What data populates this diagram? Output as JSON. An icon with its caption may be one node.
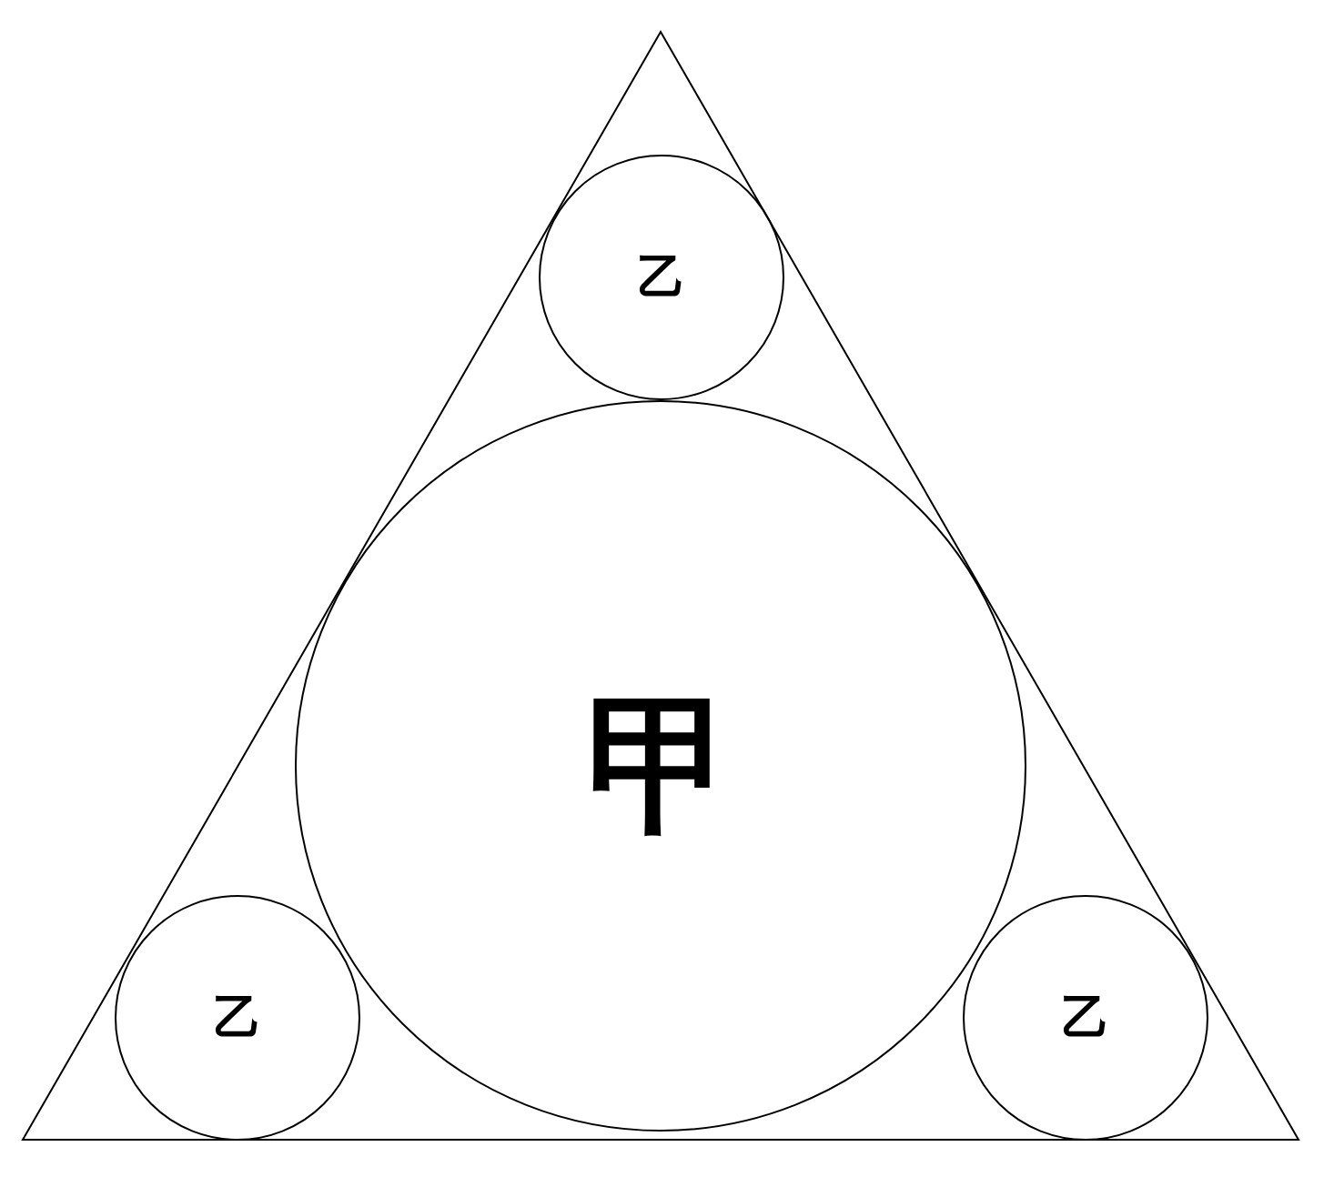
{
  "diagram": {
    "nodes": [
      {
        "text": [],
        "shape": "triangle"
      },
      {
        "text": [
          "乙"
        ],
        "in": 0
      },
      {
        "text": [
          "甲"
        ],
        "in": 0
      },
      {
        "text": [
          "乙"
        ],
        "in": 0
      },
      {
        "text": [
          "乙"
        ],
        "in": 0
      }
    ]
  }
}
